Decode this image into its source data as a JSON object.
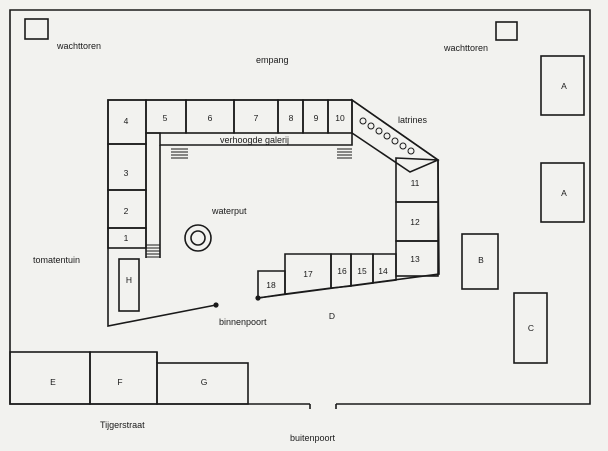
{
  "labels": {
    "watchtower_left": "wachttoren",
    "watchtower_right": "wachttoren",
    "reception": "empang",
    "latrines": "latrines",
    "gallery": "verhoogde galerij",
    "well": "waterput",
    "tomato_garden": "tomatentuin",
    "inner_gate": "binnenpoort",
    "street": "Tijgerstraat",
    "outer_gate": "buitenpoort"
  },
  "rooms": {
    "r1": "1",
    "r2": "2",
    "r3": "3",
    "r4": "4",
    "r5": "5",
    "r6": "6",
    "r7": "7",
    "r8": "8",
    "r9": "9",
    "r10": "10",
    "r11": "11",
    "r12": "12",
    "r13": "13",
    "r14": "14",
    "r15": "15",
    "r16": "16",
    "r17": "17",
    "r18": "18",
    "H": "H",
    "A1": "A",
    "A2": "A",
    "B": "B",
    "C": "C",
    "D": "D",
    "E": "E",
    "F": "F",
    "G": "G"
  }
}
